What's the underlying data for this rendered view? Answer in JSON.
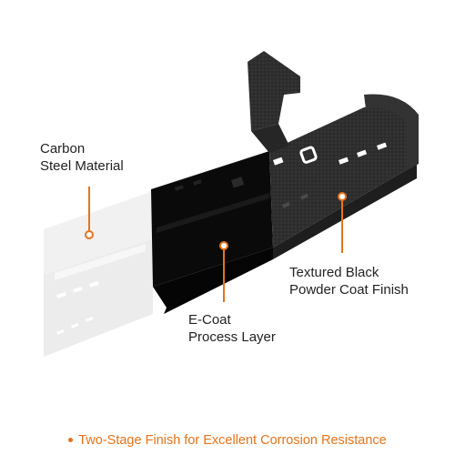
{
  "callouts": {
    "carbon": {
      "line1": "Carbon",
      "line2": "Steel Material"
    },
    "textured": {
      "line1": "Textured Black",
      "line2": "Powder Coat Finish"
    },
    "ecoat": {
      "line1": "E-Coat",
      "line2": "Process Layer"
    }
  },
  "footer": {
    "text": "Two-Stage Finish for Excellent Corrosion Resistance"
  },
  "colors": {
    "accent": "#e8731a",
    "raw_steel": "#efefef",
    "ecoat_black": "#0a0a0a",
    "powder_coat": "#2c2c2c"
  }
}
